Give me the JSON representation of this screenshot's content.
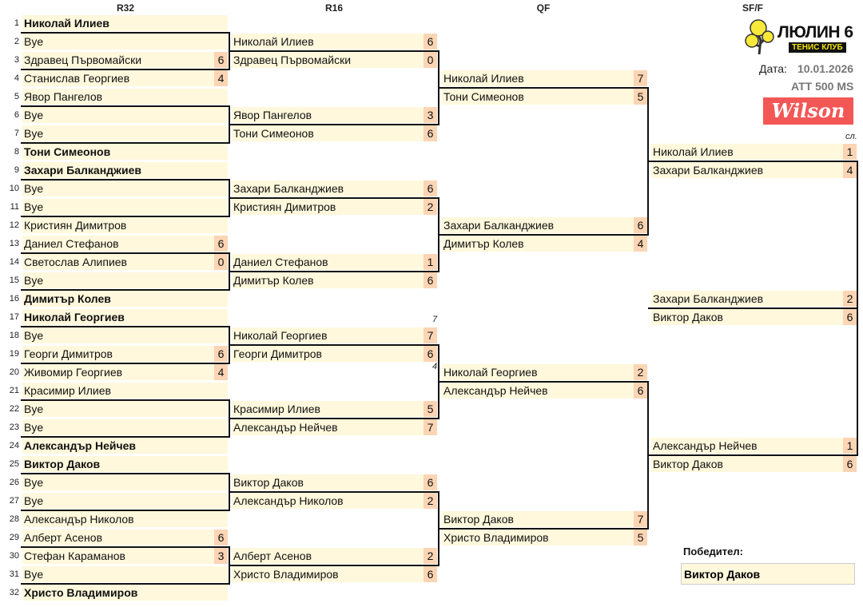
{
  "headers": {
    "r32": "R32",
    "r16": "R16",
    "qf": "QF",
    "sf": "SF/F"
  },
  "club": {
    "name": "ЛЮЛИН 6",
    "subtitle": "ТЕНИС КЛУБ"
  },
  "date_label": "Дата:",
  "date": "10.01.2026",
  "tournament": "ATT 500 MS",
  "sponsor": "Wilson",
  "sl_label": "сл.",
  "winner_label": "Победител:",
  "winner": "Виктор Даков",
  "notes": [
    {
      "text": "7"
    },
    {
      "text": "4"
    }
  ],
  "colors": {
    "name_bg": "#fff8dc",
    "score_bg": "#fcd5b4",
    "sponsor_red": "#f25756"
  },
  "r32": [
    {
      "n": "1",
      "name": "Николай Илиев",
      "bold": true
    },
    {
      "n": "2",
      "name": "Bye"
    },
    {
      "n": "3",
      "name": "Здравец Първомайски",
      "score": "6"
    },
    {
      "n": "4",
      "name": "Станислав Георгиев",
      "score": "4"
    },
    {
      "n": "5",
      "name": "Явор Пангелов"
    },
    {
      "n": "6",
      "name": "Bye"
    },
    {
      "n": "7",
      "name": "Bye"
    },
    {
      "n": "8",
      "name": "Тони Симеонов",
      "bold": true
    },
    {
      "n": "9",
      "name": "Захари Балканджиев",
      "bold": true
    },
    {
      "n": "10",
      "name": "Bye"
    },
    {
      "n": "11",
      "name": "Bye"
    },
    {
      "n": "12",
      "name": "Кристиян Димитров"
    },
    {
      "n": "13",
      "name": "Даниел Стефанов",
      "score": "6"
    },
    {
      "n": "14",
      "name": "Светослав Алипиев",
      "score": "0"
    },
    {
      "n": "15",
      "name": "Bye"
    },
    {
      "n": "16",
      "name": "Димитър Колев",
      "bold": true
    },
    {
      "n": "17",
      "name": "Николай Георгиев",
      "bold": true
    },
    {
      "n": "18",
      "name": "Bye"
    },
    {
      "n": "19",
      "name": "Георги Димитров",
      "score": "6"
    },
    {
      "n": "20",
      "name": "Живомир Георгиев",
      "score": "4"
    },
    {
      "n": "21",
      "name": "Красимир Илиев"
    },
    {
      "n": "22",
      "name": "Bye"
    },
    {
      "n": "23",
      "name": "Bye"
    },
    {
      "n": "24",
      "name": "Александър Нейчев",
      "bold": true
    },
    {
      "n": "25",
      "name": "Виктор Даков",
      "bold": true
    },
    {
      "n": "26",
      "name": "Bye"
    },
    {
      "n": "27",
      "name": "Bye"
    },
    {
      "n": "28",
      "name": "Александър Николов"
    },
    {
      "n": "29",
      "name": "Алберт Асенов",
      "score": "6"
    },
    {
      "n": "30",
      "name": "Стефан Караманов",
      "score": "3"
    },
    {
      "n": "31",
      "name": "Bye"
    },
    {
      "n": "32",
      "name": "Христо Владимиров",
      "bold": true
    }
  ],
  "r16": [
    {
      "name": "Николай Илиев",
      "score": "6"
    },
    {
      "name": "Здравец Първомайски",
      "score": "0"
    },
    {
      "name": "Явор Пангелов",
      "score": "3"
    },
    {
      "name": "Тони Симеонов",
      "score": "6"
    },
    {
      "name": "Захари Балканджиев",
      "score": "6"
    },
    {
      "name": "Кристиян Димитров",
      "score": "2"
    },
    {
      "name": "Даниел Стефанов",
      "score": "1"
    },
    {
      "name": "Димитър Колев",
      "score": "6"
    },
    {
      "name": "Николай Георгиев",
      "score": "7"
    },
    {
      "name": "Георги Димитров",
      "score": "6"
    },
    {
      "name": "Красимир Илиев",
      "score": "5"
    },
    {
      "name": "Александър Нейчев",
      "score": "7"
    },
    {
      "name": "Виктор Даков",
      "score": "6"
    },
    {
      "name": "Александър Николов",
      "score": "2"
    },
    {
      "name": "Алберт Асенов",
      "score": "2"
    },
    {
      "name": "Христо Владимиров",
      "score": "6"
    }
  ],
  "qf": [
    {
      "name": "Николай Илиев",
      "score": "7"
    },
    {
      "name": "Тони Симеонов",
      "score": "5"
    },
    {
      "name": "Захари Балканджиев",
      "score": "6"
    },
    {
      "name": "Димитър Колев",
      "score": "4"
    },
    {
      "name": "Николай Георгиев",
      "score": "2"
    },
    {
      "name": "Александър Нейчев",
      "score": "6"
    },
    {
      "name": "Виктор Даков",
      "score": "7"
    },
    {
      "name": "Христо Владимиров",
      "score": "5"
    }
  ],
  "sf": [
    {
      "name": "Николай Илиев",
      "score": "1"
    },
    {
      "name": "Захари Балканджиев",
      "score": "4"
    },
    {
      "name": "Александър Нейчев",
      "score": "1"
    },
    {
      "name": "Виктор Даков",
      "score": "6"
    }
  ],
  "final": [
    {
      "name": "Захари Балканджиев",
      "score": "2"
    },
    {
      "name": "Виктор Даков",
      "score": "6"
    }
  ]
}
